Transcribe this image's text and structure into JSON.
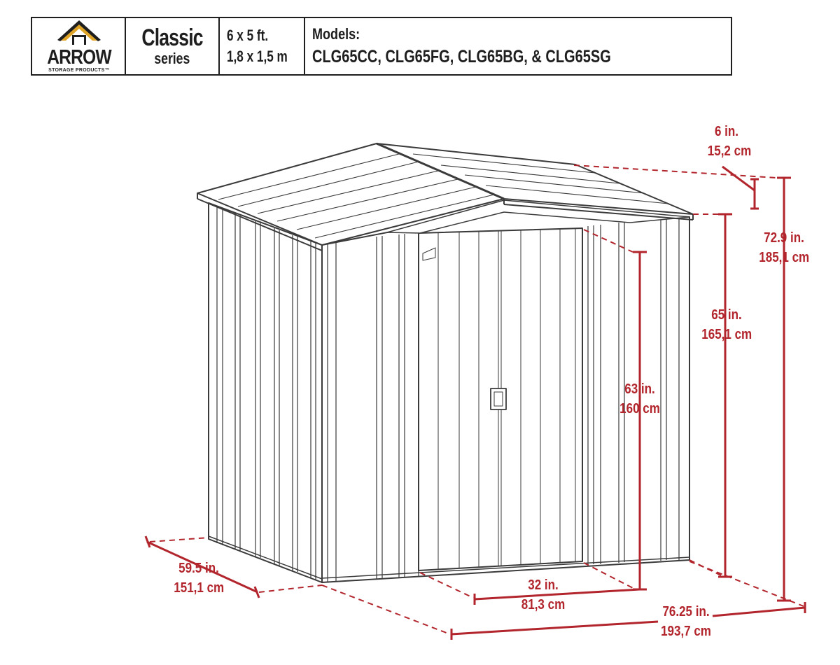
{
  "brand": {
    "name": "ARROW",
    "tagline": "STORAGE PRODUCTS™",
    "colors": {
      "roof": "#e0a526",
      "ink": "#1e1e1e"
    }
  },
  "header": {
    "series_name": "Classic",
    "series_label": "series",
    "size_imperial": "6 x 5 ft.",
    "size_metric": "1,8 x 1,5 m",
    "models_label": "Models:",
    "models_list": "CLG65CC,  CLG65FG, CLG65BG, & CLG65SG"
  },
  "dimensions": {
    "eave_overhang": {
      "imperial": "6 in.",
      "metric": "15,2 cm"
    },
    "peak_height": {
      "imperial": "72.9 in.",
      "metric": "185,1 cm"
    },
    "wall_height": {
      "imperial": "65 in.",
      "metric": "165,1 cm"
    },
    "door_height": {
      "imperial": "63 in.",
      "metric": "160 cm"
    },
    "door_width": {
      "imperial": "32 in.",
      "metric": "81,3 cm"
    },
    "depth": {
      "imperial": "59.5 in.",
      "metric": "151,1 cm"
    },
    "width": {
      "imperial": "76.25 in.",
      "metric": "193,7 cm"
    }
  },
  "colors": {
    "dimension": "#b2252c",
    "line": "#3a3a3a"
  }
}
